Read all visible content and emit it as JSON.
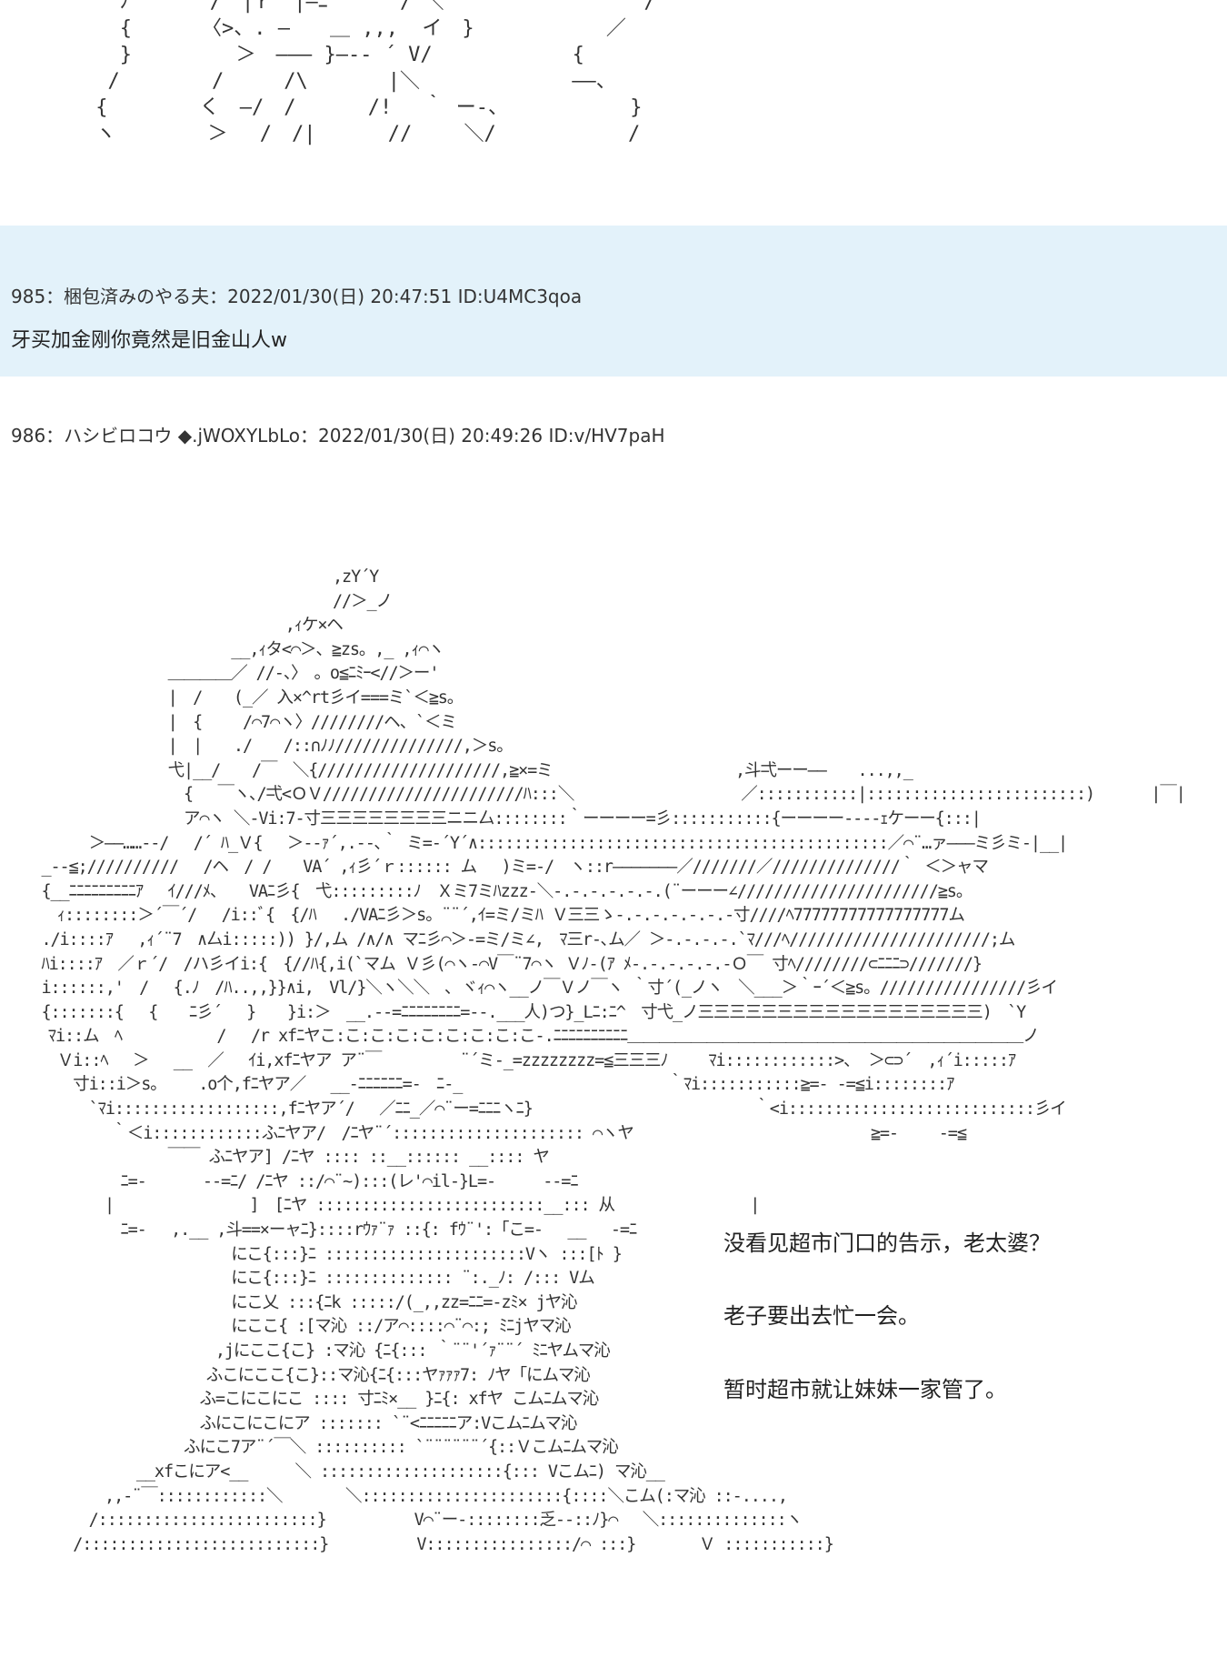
{
  "top_art": "   ﾉ　　　　/　|ｒ　|―ﾆ　　 　/ ＼　　　　　　　　　　/\n   {　　　　〈>、. ―　　＿ ,,,  イ　}　　　　　　 ／\n   }　　　　  ＞　――― }―-- ´ V/　　　　　　　{\n  /　　　　 /　　　/\\　　　　|＼　　　　　　　 ――、\n {　　　　 く　―/　/　　　 /!　 ｀ ー-、　　　　　　 }\n ヽ　　　　 ＞　 /　/|　　　 //　　 ＼/　　　　　　 /",
  "post985": {
    "header": "985：梱包済みのやる夫：2022/01/30(日) 20:47:51 ID:U4MC3qoa",
    "body": "牙买加金刚你竟然是旧金山人w"
  },
  "post986": {
    "header": "986：ハシビロコウ ◆.jWOXYLbLo：2022/01/30(日) 20:49:26 ID:v/HV7paH",
    "art": "　　　　　　　　　　　　　　　　　　　　,zY´Y\n　　　　　　　　　　　　　　　　　　　　//＞_ノ\n　　　　　　　　　　　　　　　　　,ｨケ×ヘ\n　　　　　　　　　　　　　 __,ｨタ<⌒＞、≧zs。,_ ,ｨ⌒ヽ\n　　　　　　　　　 ＿＿＿＿／ //-、〉　。o≦ﾆﾐｰ<//＞ー'\n　　　　　　　　　 |　/　　(_／ 入×^rt彡イ===ミ`＜≧s。\n　　　　　　　　　 |　{　　 /⌒7⌒ヽ〉////////ヘ、`＜ミ\n　　　　　　　　　 |　|　　./　　/::∩ﾉﾉ//////////////,＞s。\n　　　　　　　　　 弋|__/　　/￣　＼{////////////////////,≧×=ミ　　　　　　　　　　　 ,斗弌ーー――　　...,,_\n　　　　　　　　　　 {　 ￣ヽ､/弌<ＯＶ//////////////////////ﾊ:::＼　　　　　　　　　　 ／:::::::::::|::::::::::::::::::::::::)　　　 |￣|\n　　　　　　　　　　 ア⌒ヽ ＼-Vi:7-寸三三三三三三三三ニニ厶::::::::｀ーーーー=彡:::::::::::{ーーーー----ｪケーー{:::|\n　　　　 ＞――……--/ 　/´ ﾊ_Ｖ{　 ＞--ｧ´,.--､｀ ミ=-´Y´∧:::::::::::::::::::::::::::::::::::::::::::::／⌒¨…ァ―――ミ彡ミ-|__|\n　 _--≦;//////////　 /ヘ　/ /　　VA´ ,ｨ彡´ｒ:::::: ム　 )ミ=-/　ヽ::r―――――――／///////／//////////////｀ ＜＞ャマ\n　 {__ﾆﾆﾆﾆﾆﾆﾆﾆﾆｱ　 ｲ///ﾒ、　　VAﾆ彡{　弋:::::::::ﾉ　Ｘミ7ミﾊzzz-＼-.-.-.-.-.-.(¨ーーー∠//////////////////////≧s。\n　　 ｨ::::::::＞´￣´/ 　/i::ﾞ{　{/ﾊ　 ./VAﾆ彡＞s。¨¨´,ｲ=ミ/ミﾊ Ｖ三三ゝ-.-.-.-.-.-.-寸////ﾍ77777777777777777ム\n　 ./i::::ｱ　 ,ｨ´¨7　∧厶i:::::)) }/,ム /∧/∧ マﾆ彡⌒＞-=ミ/ミ∠,　ﾏ三r-､ム／ ＞-.-.-.-.`ﾏ///ﾍ//////////////////////;ム\n　 ﾊi::::ｱ　／ｒ´/　/ハ彡イi:{　{//ﾊ{,i(`マム Ｖ彡(⌒ヽ-⌒V￣¨7⌒ヽ Ｖﾉ-(ｱ ﾒ-.-.-.-.-.-Ｏ￣ 寸ﾍ////////⊂ﾆﾆﾆ⊃///////}\n　 i::::::,'　/ 　{.ﾉ　/ﾊ..,,}}∧i,　Vl/}＼ヽ＼＼　､ ヾｨ⌒ヽ__ノ￣Ｖノ￣ヽ ｀寸´(_ノヽ　＼___＞｀ｰ´＜≧s。////////////////彡イ\n　 {:::::::{　 {　　ﾆ彡´　 }　　}i:＞　__.--=ﾆﾆﾆﾆﾆﾆﾆﾆ=--.___人)つ}_Lﾆ:ﾆ^　寸弋_ノ三三三三三三三三三三三三三三三三三三)　`Y\n　　ﾏi::ム　ﾍ　　　　　　/　 /r xfﾆヤこ:こ:こ:こ:こ:こ:こ:こ:こ-.ﾆﾆﾆﾆﾆﾆﾆﾆﾆﾆ＿＿＿＿＿＿＿＿＿＿＿＿＿＿＿＿＿＿＿＿＿＿＿＿＿ノ\n　　 Ｖi::ﾍ　 ＞　 __　／　 ｲi,xfﾆヤア ア¨￣　　　　　¨´ミ-_=zzzzzzzz=≦三三三ﾉ　　 ﾏi::::::::::::>、 ＞⊂⊃´　,ｨ´i:::::ｱ\n　　　 寸i::i＞s。　　 .o个,fﾆヤア／　 __-ﾆﾆﾆﾆﾆﾆ=-　ﾆ-_　　　　　　　　　　　　　｀ﾏi:::::::::::≧=- -=≦i::::::::ｱ\n　　　　 `ﾏi::::::::::::::::::,fﾆヤア´/　 ／ﾆﾆ_／⌒¨ー=ﾆﾆﾆヽﾆ}　　　　　　　　　　　　　　｀<i:::::::::::::::::::::::::::彡イ\n　　　　　　｀＜i::::::::::::ふﾆヤア/　/ﾆヤ¨´::::::::::::::::::::: ⌒ヽヤ　　　　　　　　　　　　　　　≧=-　　 -=≦\n　　　　　　　　　 ￣￣ ふﾆヤア] /ﾆヤ :::: ::__:::::: __:::: ヤ\n　　　　　　 ﾆ=-　　　 --=ﾆ/ /ﾆヤ ::/⌒¨~):::(レ'⌒il-}L=-　　　--=ﾆ\n　　　　　 |　　　　　　　　 ]　[ﾆヤ :::::::::::::::::::::::::__::: 从　　　　　　　　 |\n　　　　　　 ﾆ=-　 ,.__ ,斗==×ーャﾆ}::::rｳｧ¨ｧ ::{: fｳ¨':「こ=-　 __　 -=ﾆ\n　　　　　　　　　　　　　 にこ{:::}ﾆ ::::::::::::::::::::::Vヽ :::[ﾄ }\n　　　　　　　　　　　　　 にこ{:::}ﾆ :::::::::::::: ¨:._ﾉ: /::: Vム\n　　　　　　　　　　　　　 にこ乂 :::{ﾆk :::::/(_,,zz=ﾆﾆ=-zﾐ× jヤ沁\n　　　　　　　　　　　　　 にここ{ :[マ沁 ::/ア⌒::::⌒¨⌒:; ﾐﾆjヤマ沁\n　　　　　　　　　　　　 ,jにここ{こ} :マ沁 {ﾆ{::: ｀¨¨'´ｧ¨¨´ ﾐﾆヤムマ沁\n　　　　　　　　　　　　ふこにここ{こ}::マ沁{ﾆ{:::ヤｧｧｧ7: ﾉヤ「にムマ沁\n　　　　　　　　　　　 ふ=こにこにこ :::: 寸ﾆﾐ×__ }ﾆ{: xfヤ こムﾆムマ沁\n　　　　　　　　　　　 ふにこにこにア ::::::: `¨<ﾆﾆﾆﾆﾆア:Vこムﾆムマ沁\n　　　　　　　　　　 ふにこ7ア¨´￣＼ :::::::::: `¨¨¨¨¨¨´{::Ｖこムﾆムマ沁\n　　　　　　　 __xfこにア<__　　　＼ ::::::::::::::::::::{::: Vこムﾆ) マ沁__\n　　　　　 ,,-¨￣::::::::::::＼　　　　＼::::::::::::::::::::::{::::＼こム(:マ沁 ::-....,\n　　　　 /::::::::::::::::::::::::}　　　　　 V⌒¨ー-::::::::乏--::ﾉ}⌒　 ＼::::::::::::::ヽ\n　　　 /::::::::::::::::::::::::::}　　　　　 V::::::::::::::::/⌒ :::}　　　　Ｖ :::::::::::}",
    "dialog": [
      "没看见超市门口的告示，老太婆？",
      "老子要出去忙一会。",
      "暂时超市就让妹妹一家管了。"
    ]
  }
}
